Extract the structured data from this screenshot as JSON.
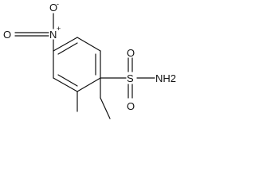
{
  "molecule": {
    "atoms": {
      "nitro_n": "N",
      "nitro_n_charge": "+",
      "nitro_o_left": "O",
      "nitro_o_top": "O",
      "nitro_o_top_charge": "-",
      "sulfur": "S",
      "sulfonyl_o_top": "O",
      "sulfonyl_o_bottom": "O",
      "amine": "NH2"
    }
  }
}
